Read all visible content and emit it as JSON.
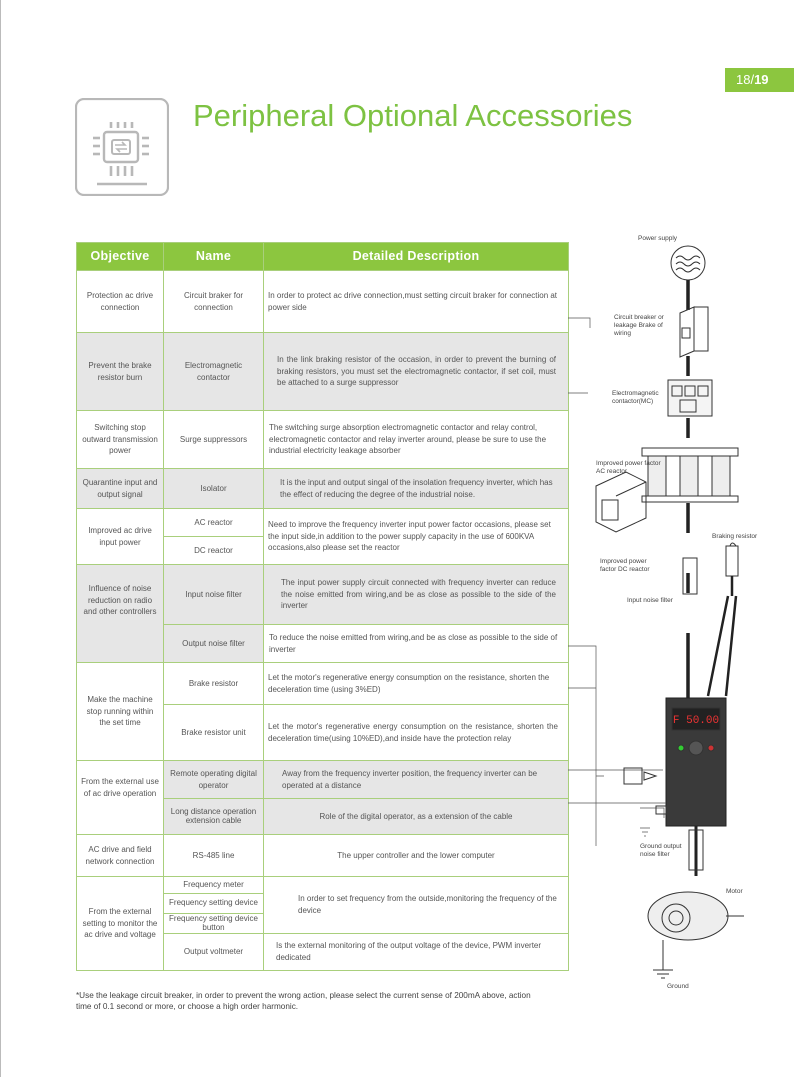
{
  "page": {
    "current": "18/",
    "total": "19"
  },
  "header": {
    "title": "Peripheral Optional Accessories"
  },
  "icons": {
    "logo": "circuit-chip-icon"
  },
  "table": {
    "headers": [
      "Objective",
      "Name",
      "Detailed Description"
    ],
    "rows": [
      {
        "objective": "Protection ac drive connection",
        "name": "Circuit braker for connection",
        "description": "In order to protect ac drive connection,must setting circuit braker for connection at power side"
      },
      {
        "objective": "Prevent the brake resistor burn",
        "name": "Electromagnetic contactor",
        "description": "In the link braking resistor of the occasion, in order to prevent the burning of braking resistors, you must set the electromagnetic contactor, if set coil, must be attached to a surge suppressor"
      },
      {
        "objective": "Switching stop outward transmission power",
        "name": "Surge suppressors",
        "description": "The switching surge absorption electromagnetic contactor and relay control, electromagnetic contactor and relay inverter around, please be sure to use the industrial electricity leakage absorber"
      },
      {
        "objective": "Quarantine input and output signal",
        "name": "Isolator",
        "description": "It is the input and output singal of the insolation frequency inverter, which has the effect of reducing the degree of the industrial noise."
      },
      {
        "objective": "Improved ac drive input power",
        "names": [
          "AC reactor",
          "DC reactor"
        ],
        "description": "Need to improve the frequency inverter input power factor occasions, please set the input side,in addition to the power supply capacity in the use of 600KVA occasions,also please set the reactor"
      },
      {
        "objective": "Influence of noise reduction on radio and other controllers",
        "sub": [
          {
            "name": "Input noise filter",
            "description": "The input power supply circuit connected with frequency inverter can reduce the noise emitted from wiring,and be as close as possible to the side of the inverter"
          },
          {
            "name": "Output noise filter",
            "description": "To reduce the noise emitted from wiring,and be as close as possible to the side of inverter"
          }
        ]
      },
      {
        "objective": "Make the machine stop running within the set time",
        "sub": [
          {
            "name": "Brake resistor",
            "description": "Let the motor's regenerative energy consumption on the resistance, shorten the deceleration time (using 3%ED)"
          },
          {
            "name": "Brake resistor unit",
            "description": "Let the motor's regenerative energy consumption on the resistance, shorten the deceleration time(using 10%ED),and inside have the protection relay"
          }
        ]
      },
      {
        "objective": "From the external use of ac drive operation",
        "sub": [
          {
            "name": "Remote operating digital operator",
            "description": "Away from the frequency inverter position, the frequency inverter can be operated at a distance"
          },
          {
            "name": "Long distance operation extension cable",
            "description": "Role of the digital operator, as a extension of the cable"
          }
        ]
      },
      {
        "objective": "AC drive and field network connection",
        "name": "RS-485 line",
        "description": "The upper controller and the lower computer"
      },
      {
        "objective": "From the external setting to monitor the ac drive and voltage",
        "names": [
          "Frequency meter",
          "Frequency setting device",
          "Frequency setting device button"
        ],
        "description": "In order to set frequency from the outside,monitoring the frequency of the device",
        "last": {
          "name": "Output voltmeter",
          "description": "Is the external monitoring of the output voltage of the device, PWM inverter dedicated"
        }
      }
    ]
  },
  "footnote": "*Use the leakage circuit breaker, in order to prevent the wrong action, please select the current sense of 200mA above, action time of 0.1 second or more, or choose a high order harmonic.",
  "diagram": {
    "power_supply": "Power supply",
    "breaker": "Circuit breaker or leakage Brake of wiring",
    "contactor": "Electromagnetic contactor(MC)",
    "ac_reactor": "Improved power factor AC reactor",
    "braking_resistor": "Braking resistor",
    "dc_reactor": "Improved power factor DC reactor",
    "input_filter": "Input noise filter",
    "inverter_display": "F 50.00",
    "output_filter": "Ground output noise filter",
    "motor": "Motor",
    "ground": "Ground"
  },
  "colors": {
    "accent": "#8cc63f",
    "title": "#7dc242",
    "row_shade": "#e6e6e6"
  }
}
